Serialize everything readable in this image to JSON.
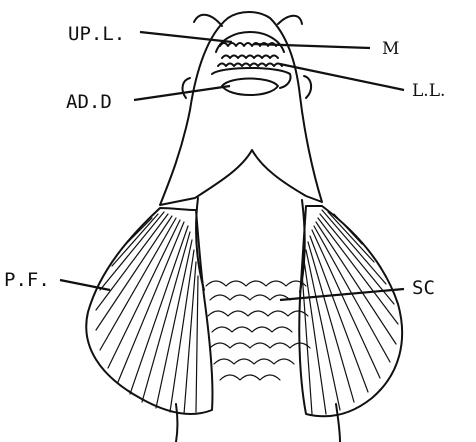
{
  "labels": {
    "upper_lip": "UP.L.",
    "mouth": "M",
    "adhesive_disc": "AD.D",
    "lower_lip": "L.L.",
    "pectoral_fin": "P.F.",
    "scales": "SC"
  }
}
